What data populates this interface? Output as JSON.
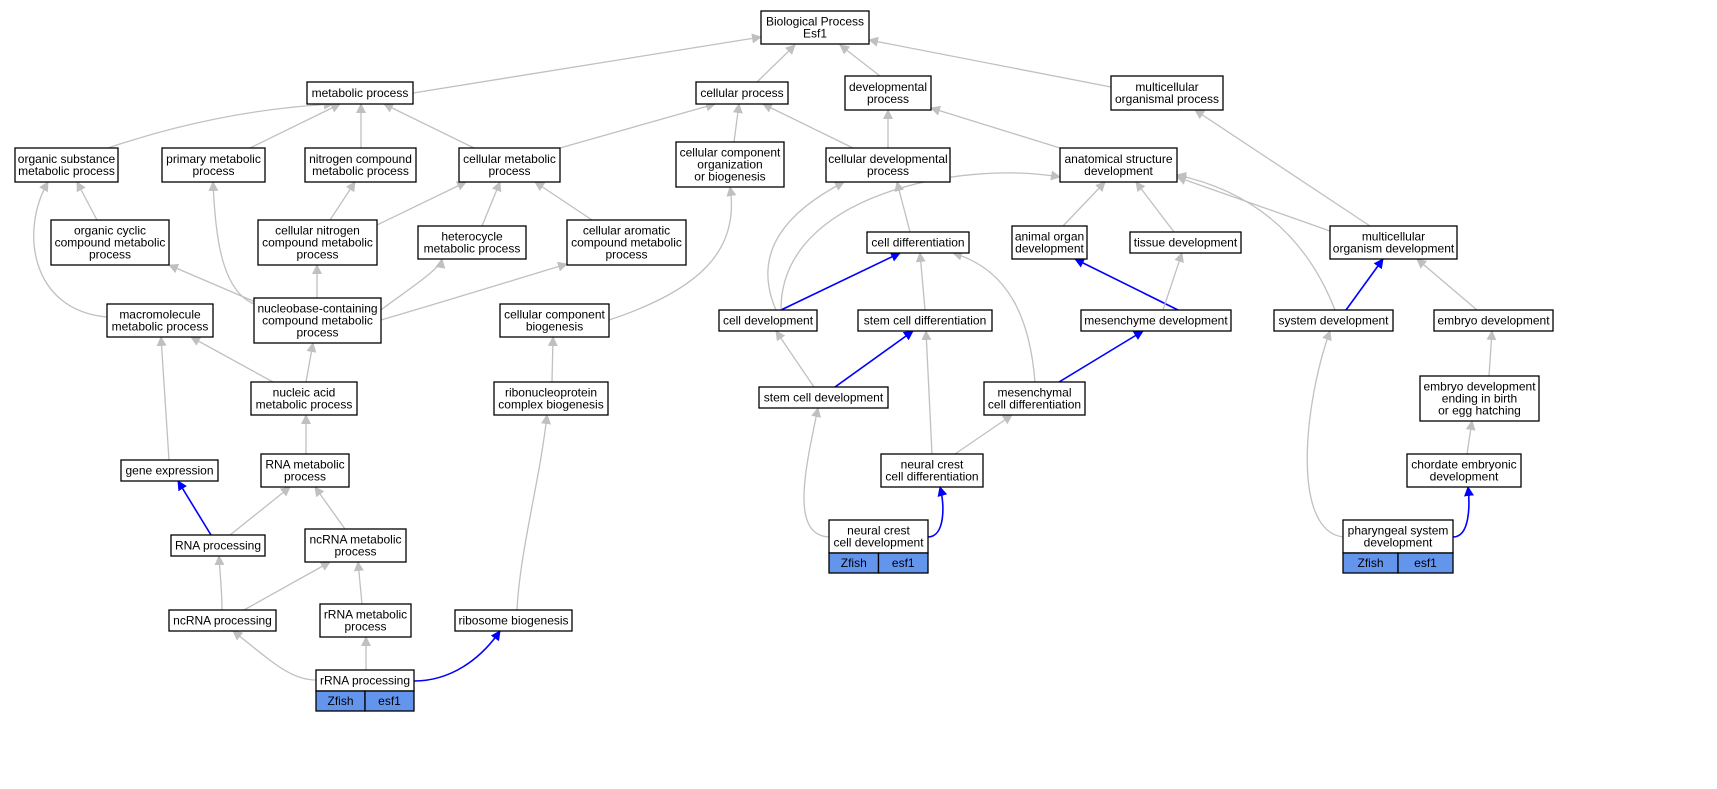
{
  "colors": {
    "edge_grey": "#c0c0c0",
    "edge_blue": "#0000ff",
    "annotation_fill": "#6495ed",
    "node_border": "#000000"
  },
  "nodes": {
    "bp_esf1": [
      "Biological Process",
      "Esf1"
    ],
    "metabolic": [
      "metabolic process"
    ],
    "cellular_proc": [
      "cellular process"
    ],
    "developmental": [
      "developmental",
      "process"
    ],
    "multicellular_org": [
      "multicellular",
      "organismal process"
    ],
    "org_subst": [
      "organic substance",
      "metabolic process"
    ],
    "primary_met": [
      "primary metabolic",
      "process"
    ],
    "nitrogen_comp": [
      "nitrogen compound",
      "metabolic process"
    ],
    "cell_met": [
      "cellular metabolic",
      "process"
    ],
    "ccob": [
      "cellular component",
      "organization",
      "or biogenesis"
    ],
    "cell_dev_proc": [
      "cellular developmental",
      "process"
    ],
    "anat_dev": [
      "anatomical structure",
      "development"
    ],
    "org_cyclic": [
      "organic cyclic",
      "compound metabolic",
      "process"
    ],
    "cell_nitrogen": [
      "cellular nitrogen",
      "compound metabolic",
      "process"
    ],
    "heterocycle": [
      "heterocycle",
      "metabolic process"
    ],
    "cell_aromatic": [
      "cellular aromatic",
      "compound metabolic",
      "process"
    ],
    "cell_diff": [
      "cell differentiation"
    ],
    "animal_organ": [
      "animal organ",
      "development"
    ],
    "tissue_dev": [
      "tissue development"
    ],
    "multi_org_dev": [
      "multicellular",
      "organism development"
    ],
    "macromol": [
      "macromolecule",
      "metabolic process"
    ],
    "nucleobase": [
      "nucleobase-containing",
      "compound metabolic",
      "process"
    ],
    "ccb": [
      "cellular component",
      "biogenesis"
    ],
    "cell_development": [
      "cell development"
    ],
    "stem_cell_diff": [
      "stem cell differentiation"
    ],
    "mesenchyme_dev": [
      "mesenchyme development"
    ],
    "system_dev": [
      "system development"
    ],
    "embryo_dev": [
      "embryo development"
    ],
    "nucleic_acid": [
      "nucleic acid",
      "metabolic process"
    ],
    "rnp_biogen": [
      "ribonucleoprotein",
      "complex biogenesis"
    ],
    "stem_cell_dev": [
      "stem cell development"
    ],
    "mesenchymal_diff": [
      "mesenchymal",
      "cell differentiation"
    ],
    "embryo_birth": [
      "embryo development",
      "ending in birth",
      "or egg hatching"
    ],
    "gene_expr": [
      "gene expression"
    ],
    "rna_met": [
      "RNA metabolic",
      "process"
    ],
    "neural_crest_diff": [
      "neural crest",
      "cell differentiation"
    ],
    "chordate_emb": [
      "chordate embryonic",
      "development"
    ],
    "rna_proc": [
      "RNA processing"
    ],
    "ncrna_met": [
      "ncRNA metabolic",
      "process"
    ],
    "neural_crest_dev": [
      "neural crest",
      "cell development"
    ],
    "pharyngeal": [
      "pharyngeal system",
      "development"
    ],
    "ncrna_proc": [
      "ncRNA processing"
    ],
    "rrna_met": [
      "rRNA metabolic",
      "process"
    ],
    "ribosome_biogen": [
      "ribosome biogenesis"
    ],
    "rrna_proc": [
      "rRNA processing"
    ]
  },
  "annotations": {
    "rrna_proc": [
      "Zfish",
      "esf1"
    ],
    "neural_crest_dev": [
      "Zfish",
      "esf1"
    ],
    "pharyngeal": [
      "Zfish",
      "esf1"
    ]
  }
}
